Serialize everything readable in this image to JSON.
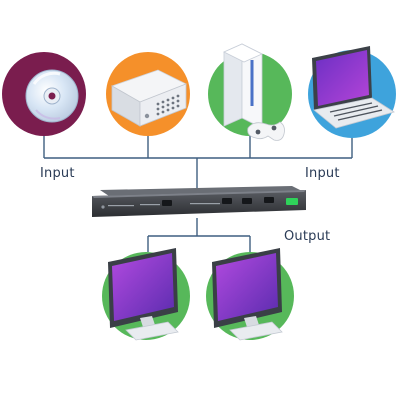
{
  "labels": {
    "input_left": "Input",
    "input_right": "Input",
    "output": "Output"
  },
  "colors": {
    "line": "#3f5f80",
    "cd_circle": "#7a1d4e",
    "box_circle": "#f5902a",
    "console_circle": "#57b85a",
    "laptop_circle": "#3ea3dc",
    "monitor_circle": "#57b85a",
    "screen_purple": "#8a3fc9",
    "label_text": "#2a3b56"
  },
  "icons": {
    "source_1": "cd-disc-icon",
    "source_2": "media-box-icon",
    "source_3": "game-console-icon",
    "source_4": "laptop-icon",
    "hub": "hdmi-matrix-switch-icon",
    "output_1": "monitor-icon",
    "output_2": "monitor-icon"
  }
}
